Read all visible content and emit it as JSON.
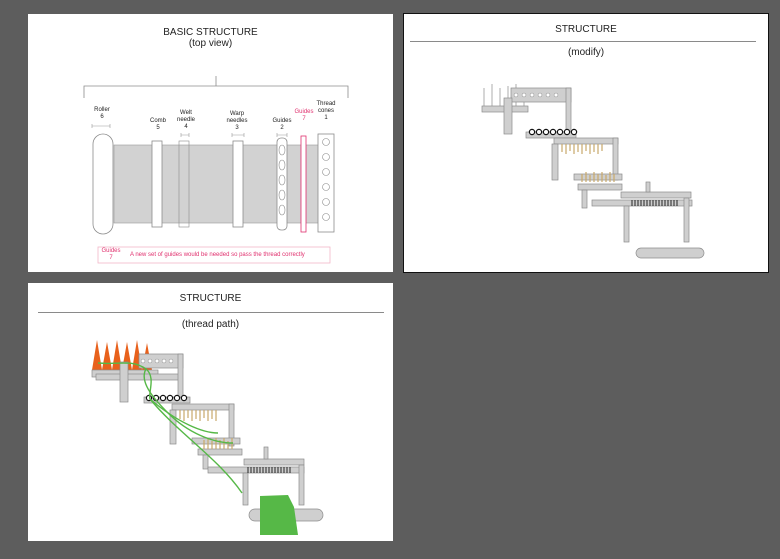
{
  "artboard_a": {
    "title": "BASIC STRUCTURE",
    "subtitle": "(top view)",
    "parts": [
      {
        "name": "Roller",
        "num": "6"
      },
      {
        "name": "Comb",
        "num": "5"
      },
      {
        "name": "Welt needle",
        "num": "4"
      },
      {
        "name": "Warp needles",
        "num": "3"
      },
      {
        "name": "Guides",
        "num": "2"
      },
      {
        "name": "Guides",
        "num": "7"
      },
      {
        "name": "Thread cones",
        "num": "1"
      }
    ],
    "note": {
      "label": "Guides",
      "num": "7",
      "text": "A new set of guides would be needed so pass the thread correctly"
    }
  },
  "artboard_b": {
    "title": "STRUCTURE",
    "subtitle": "(modify)"
  },
  "artboard_c": {
    "title": "STRUCTURE",
    "subtitle": "(thread path)"
  },
  "colors": {
    "canvas": "#5d5d5d",
    "artboard": "#ffffff",
    "frame": "#cfcfcf",
    "frame_stroke": "#8c8c8c",
    "accent_pink": "#e0306e",
    "thread_green": "#56b847",
    "cone_orange": "#e8611c",
    "needle_tan": "#c9a86a"
  }
}
